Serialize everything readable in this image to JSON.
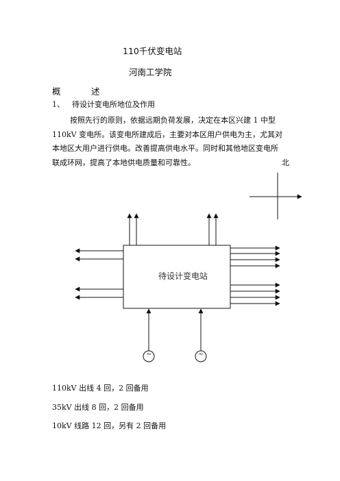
{
  "doc": {
    "title": "110千伏变电站",
    "author": "河南工学院",
    "section_heading": {
      "left": "概",
      "right": "述"
    },
    "item1": {
      "number": "1、",
      "text": "待设计变电所地位及作用"
    },
    "paragraph_lines": [
      "按照先行的原则，依据远期负荷发展，决定在本区兴建 1 中型",
      "110kV 变电所。该变电所建成后，主要对本区用户供电为主，尤其对",
      "本地区大用户进行供电。改善提高供电水平。同时和其他地区变电所",
      "联成环网，提高了本地供电质量和可靠性。"
    ],
    "north_label": "北",
    "station_label": "待设计变电站",
    "generator_symbol": "~",
    "notes": [
      "110kV 出线 4 回，2 回备用",
      "35kV 出线 8 回，2 回备用",
      "10kV 线路 12 回，另有 2 回备用"
    ]
  }
}
